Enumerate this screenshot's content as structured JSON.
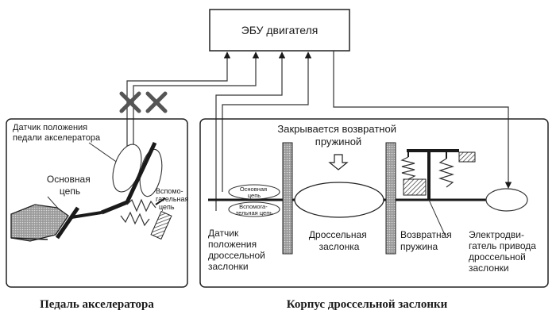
{
  "ecu": {
    "label": "ЭБУ двигателя"
  },
  "pedal_panel": {
    "sensor_label": [
      "Датчик положения",
      "педали акселератора"
    ],
    "main_circuit": [
      "Основная",
      "цепь"
    ],
    "aux_circuit": [
      "Вспомо-",
      "гательная",
      "цепь"
    ],
    "caption": "Педаль акселератора"
  },
  "throttle_panel": {
    "closes_label": [
      "Закрывается возвратной",
      "пружиной"
    ],
    "osnovnaya": [
      "Основная",
      "цепь"
    ],
    "vspomog": [
      "Вспомога-",
      "тельная цепь"
    ],
    "tps_label": [
      "Датчик",
      "положения",
      "дроссельной",
      "заслонки"
    ],
    "valve_label": [
      "Дроссельная",
      "заслонка"
    ],
    "spring_label": [
      "Возвратная",
      "пружина"
    ],
    "motor_label": [
      "Электродви-",
      "гатель привода",
      "дроссельной",
      "заслонки"
    ],
    "caption": "Корпус дроссельной заслонки"
  }
}
